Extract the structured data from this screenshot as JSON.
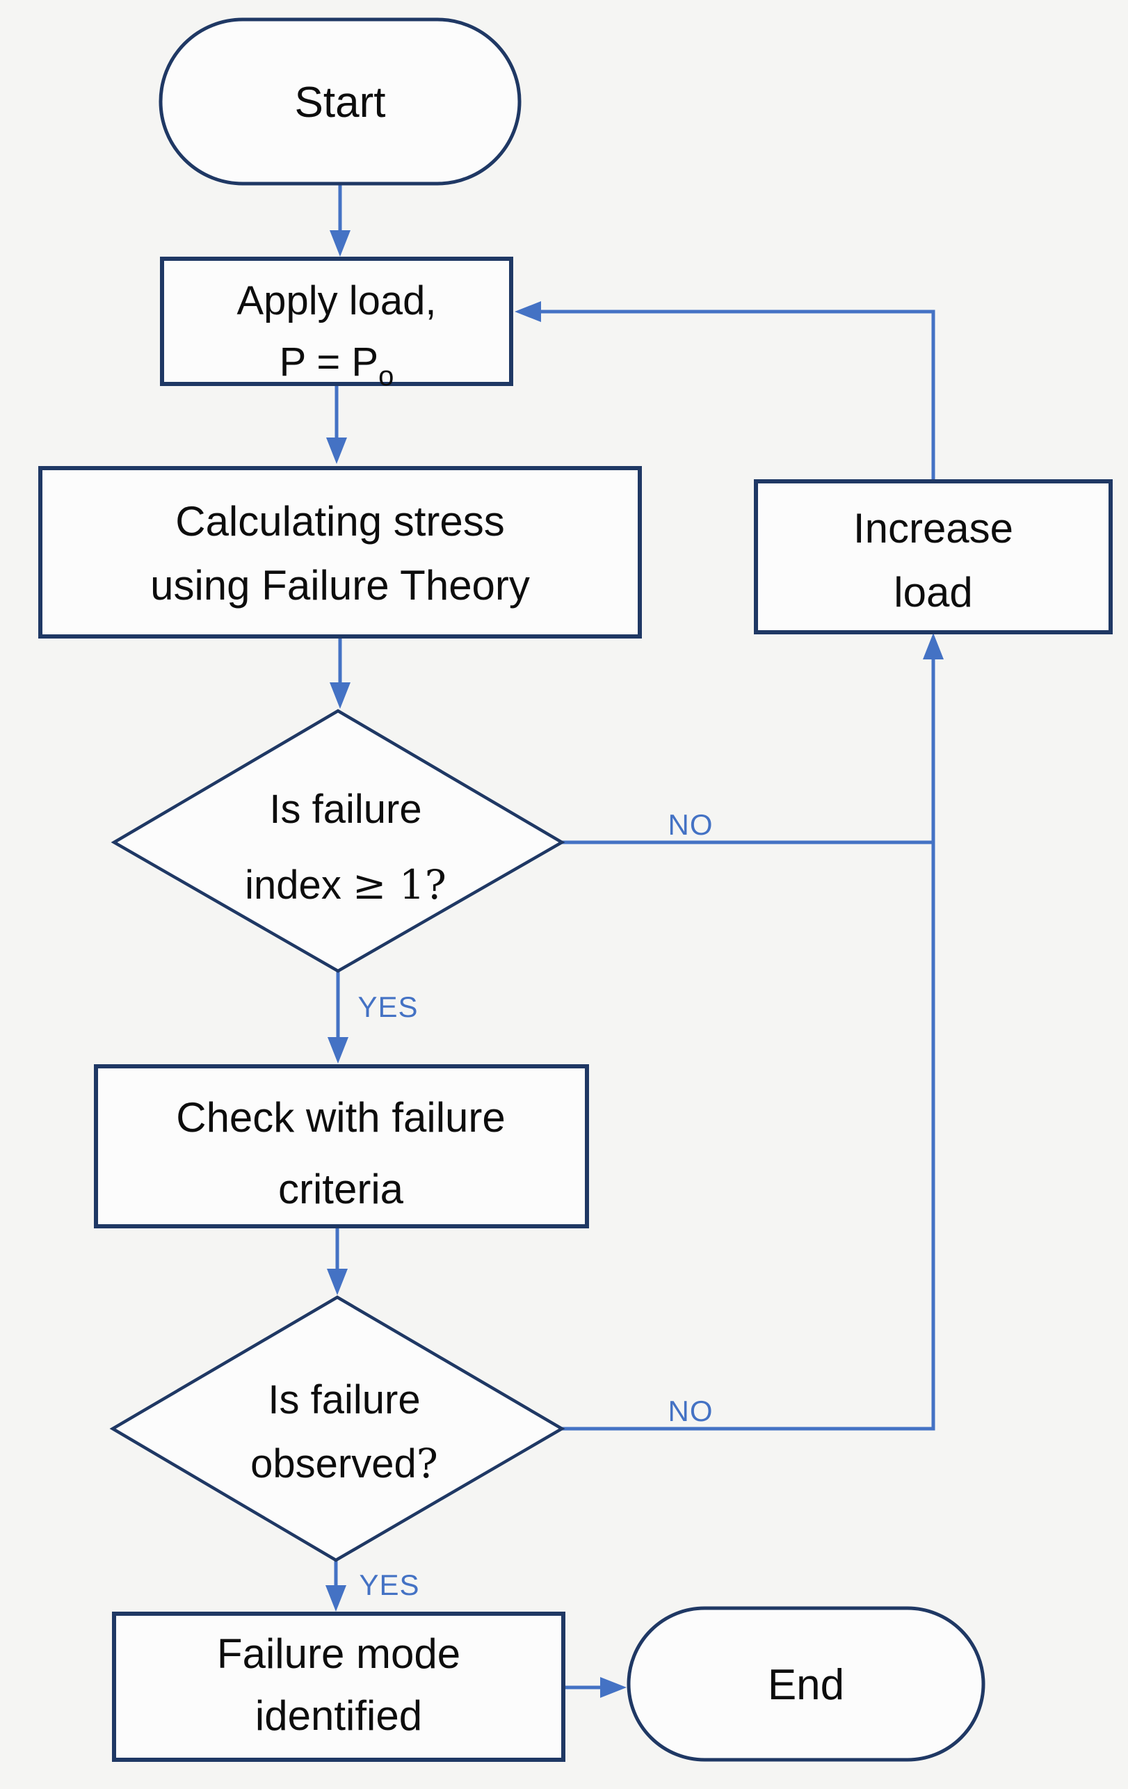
{
  "title": "Failure analysis flowchart",
  "colors": {
    "background": "#f5f5f3",
    "node_fill": "#fcfcfc",
    "border": "#1f3864",
    "connector": "#4472c4",
    "text": "#0d0d0d"
  },
  "nodes": {
    "start": {
      "label": "Start"
    },
    "apply_load": {
      "line1": "Apply load,",
      "line2": "P = P",
      "line2_sub": "o"
    },
    "calc_stress": {
      "line1": "Calculating stress",
      "line2": "using Failure Theory"
    },
    "decision_index": {
      "line1": "Is failure",
      "line2": "index",
      "line2_math": "≥ 1?"
    },
    "check_criteria": {
      "line1": "Check with failure",
      "line2": "criteria"
    },
    "decision_observed": {
      "line1": "Is failure",
      "line2": "observed",
      "line2_math": "?"
    },
    "failure_mode": {
      "line1": "Failure mode",
      "line2": "identified"
    },
    "increase_load": {
      "line1": "Increase",
      "line2": "load"
    },
    "end": {
      "label": "End"
    }
  },
  "edge_labels": {
    "no1": "NO",
    "yes1": "YES",
    "no2": "NO",
    "yes2": "YES"
  }
}
